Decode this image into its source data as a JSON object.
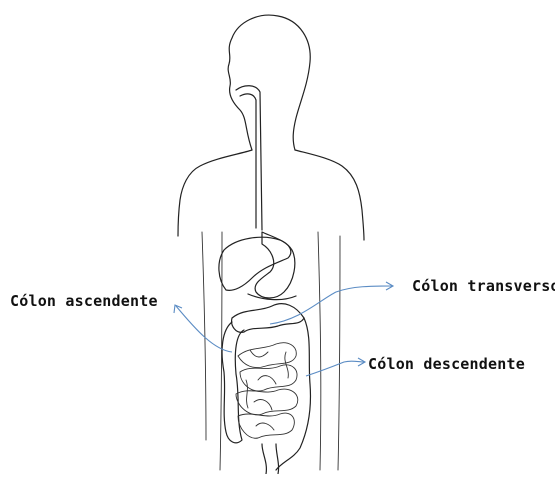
{
  "labels": {
    "transverso": "Cólon transverso",
    "ascendente": "Cólon ascendente",
    "descendente": "Cólon descendente"
  },
  "colors": {
    "outline": "#222222",
    "arrow": "#5b8cc4",
    "text": "#111111",
    "background": "#ffffff"
  }
}
